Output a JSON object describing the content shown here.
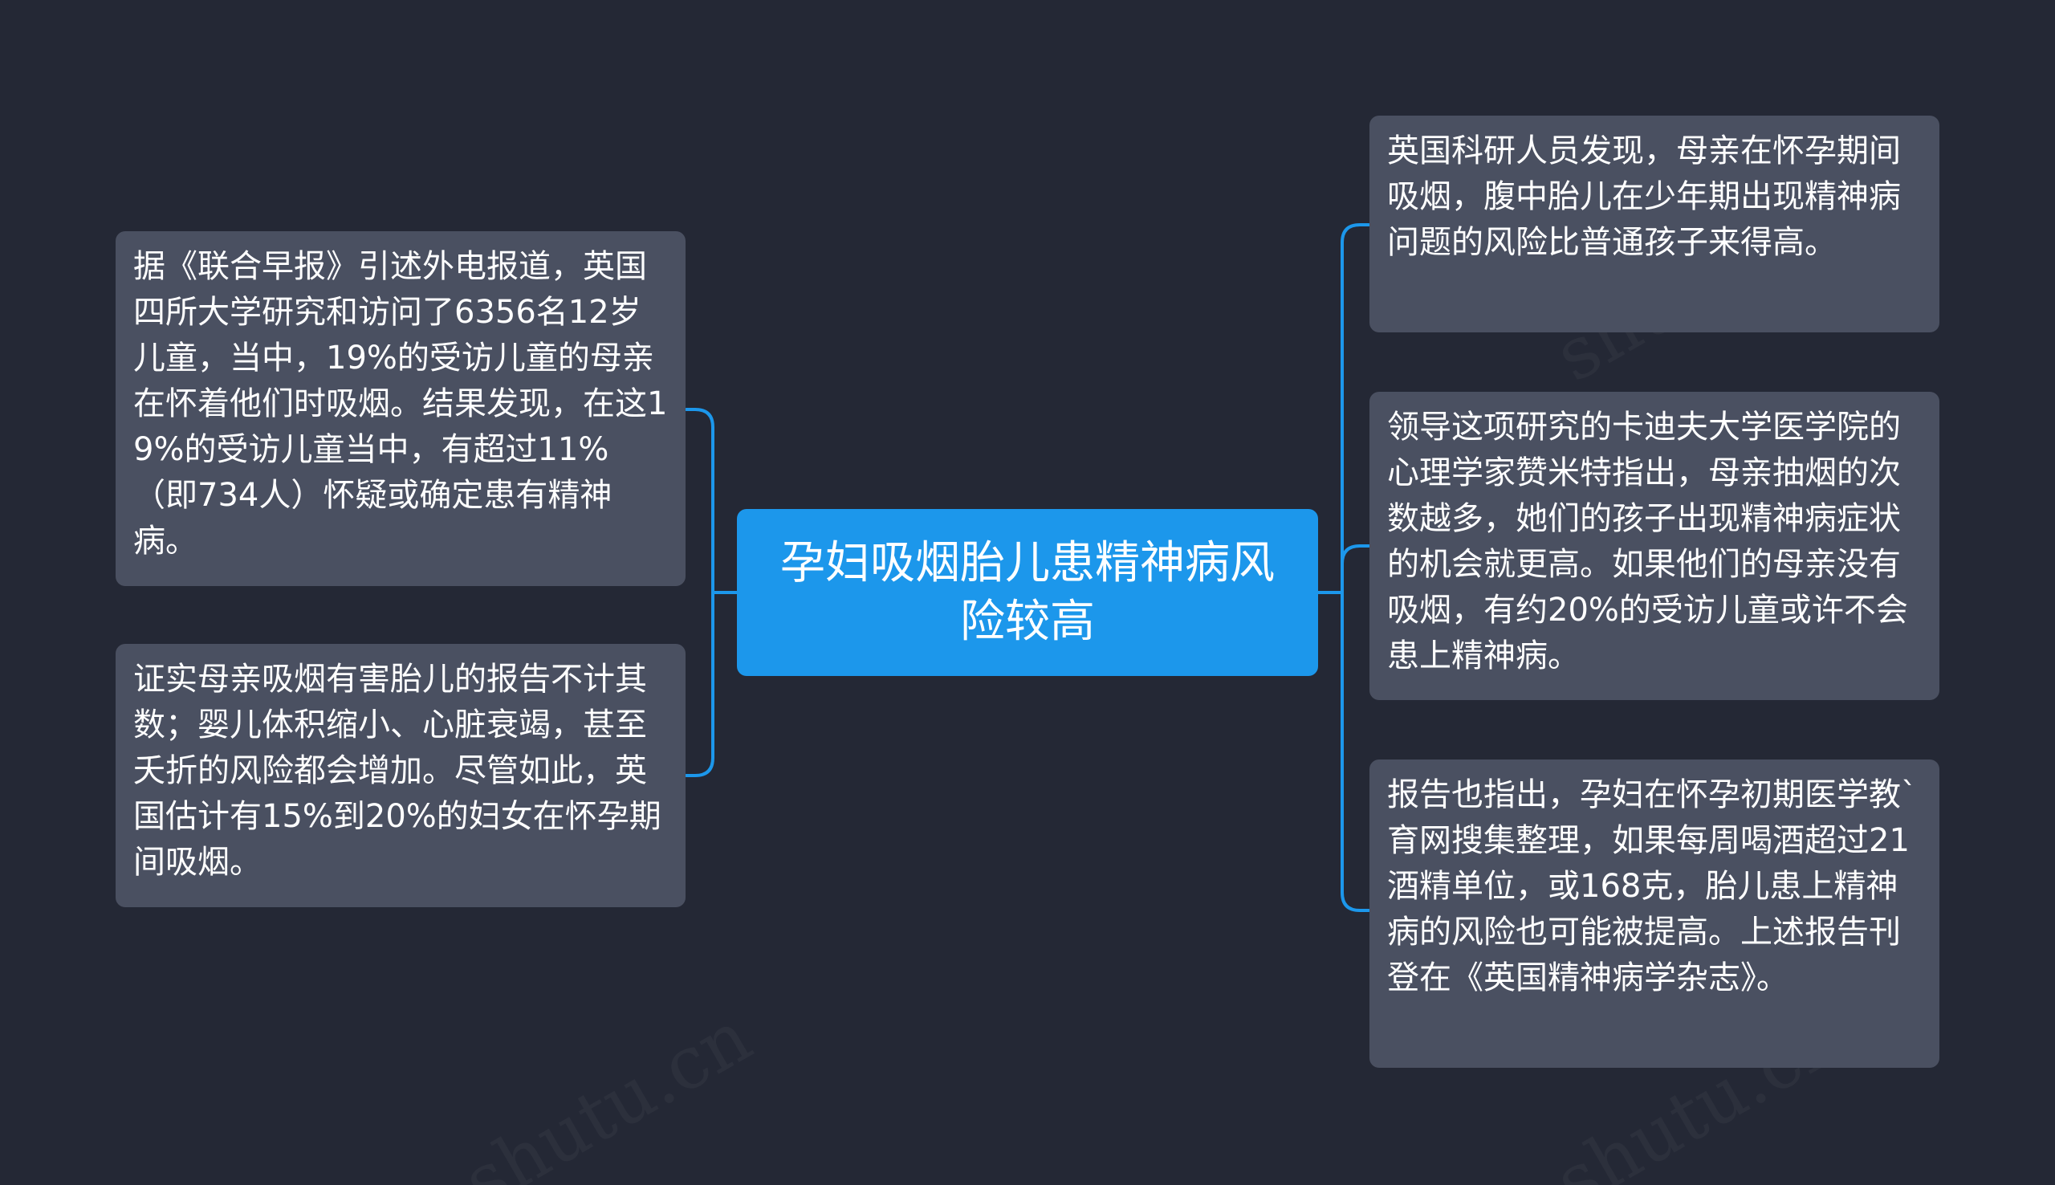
{
  "center": {
    "title": "孕妇吸烟胎儿患精神病风险较高"
  },
  "left_nodes": [
    {
      "text": "据《联合早报》引述外电报道，英国四所大学研究和访问了6356名12岁儿童，当中，19%的受访儿童的母亲在怀着他们时吸烟。结果发现，在这19%的受访儿童当中，有超过11%（即734人）怀疑或确定患有精神病。"
    },
    {
      "text": "证实母亲吸烟有害胎儿的报告不计其数；婴儿体积缩小、心脏衰竭，甚至夭折的风险都会增加。尽管如此，英国估计有15%到20%的妇女在怀孕期间吸烟。"
    }
  ],
  "right_nodes": [
    {
      "text": "英国科研人员发现，母亲在怀孕期间吸烟，腹中胎儿在少年期出现精神病问题的风险比普通孩子来得高。"
    },
    {
      "text": "领导这项研究的卡迪夫大学医学院的心理学家赞米特指出，母亲抽烟的次数越多，她们的孩子出现精神病症状的机会就更高。如果他们的母亲没有吸烟，有约20%的受访儿童或许不会患上精神病。"
    },
    {
      "text": "报告也指出，孕妇在怀孕初期医学教`育网搜集整理，如果每周喝酒超过21酒精单位，或168克，胎儿患上精神病的风险也可能被提高。上述报告刊登在《英国精神病学杂志》。"
    }
  ],
  "colors": {
    "background": "#242835",
    "center_fill": "#1c97eb",
    "node_fill": "#4a5061",
    "connector": "#1c97eb",
    "text": "#ffffff"
  }
}
